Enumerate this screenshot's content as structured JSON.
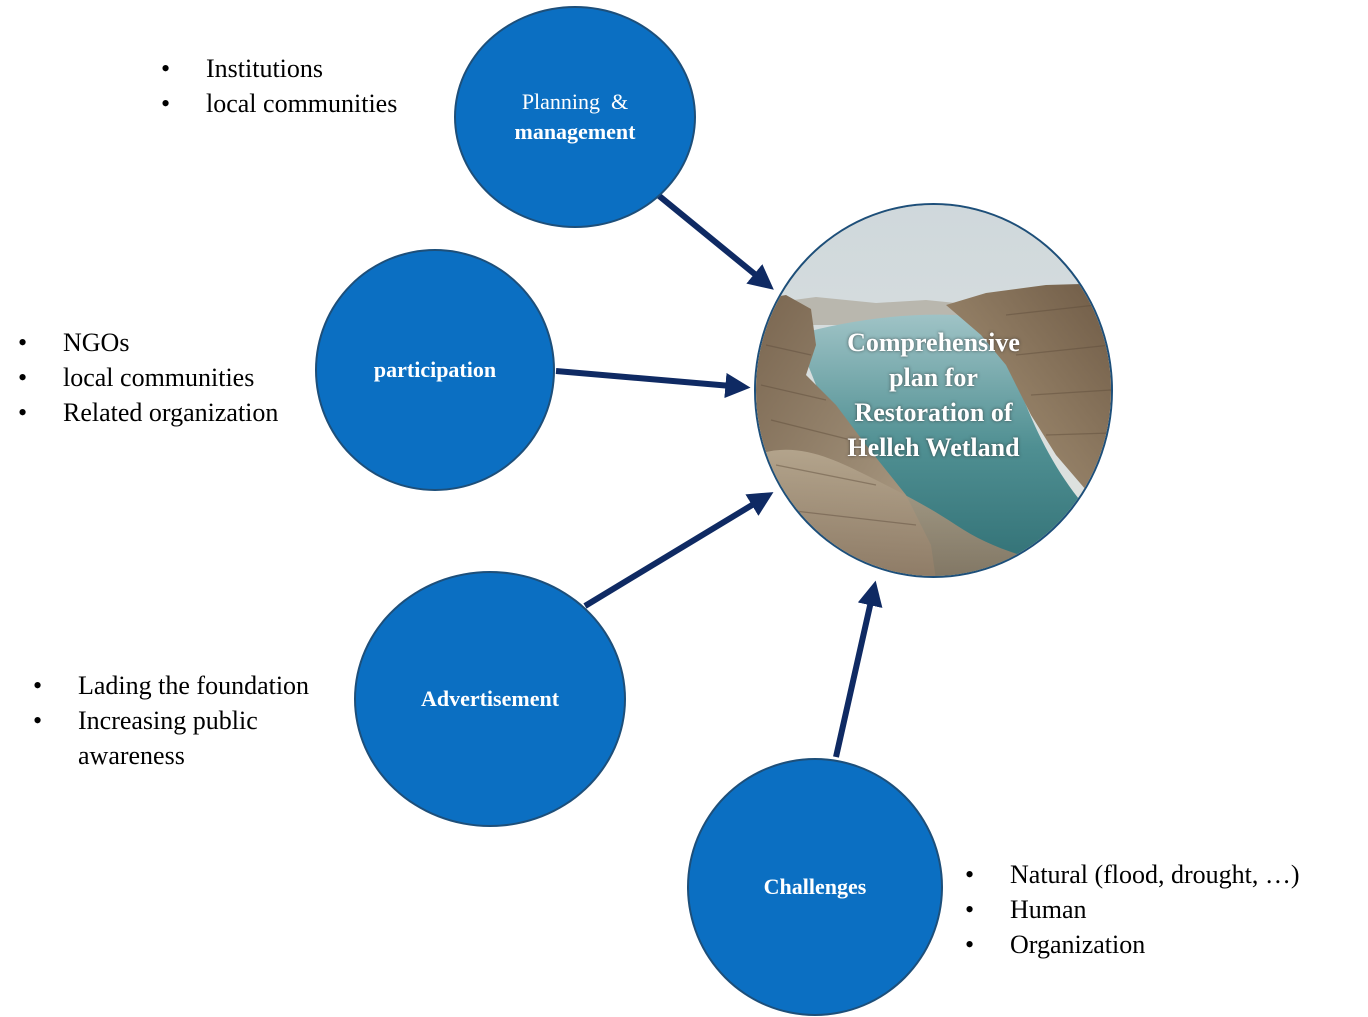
{
  "center": {
    "title_lines": [
      "Comprehensive",
      "plan for",
      "Restoration of",
      "Helleh Wetland"
    ]
  },
  "nodes": {
    "planning": {
      "line1": "Planning  &",
      "line2": "management"
    },
    "participation": {
      "label": "participation"
    },
    "advertisement": {
      "label": "Advertisement"
    },
    "challenges": {
      "label": "Challenges"
    }
  },
  "lists": {
    "planning": [
      "Institutions",
      "local communities"
    ],
    "participation": [
      "NGOs",
      "local communities",
      "Related organization"
    ],
    "advertisement": [
      "Lading the foundation",
      "Increasing public",
      "awareness"
    ],
    "challenges": [
      "Natural (flood, drought, …)",
      "Human",
      "Organization"
    ]
  },
  "colors": {
    "node_fill": "#0b6fc2",
    "node_border": "#1d4f7a",
    "arrow": "#0f2a63"
  }
}
